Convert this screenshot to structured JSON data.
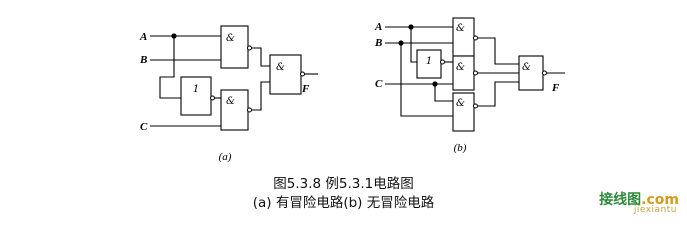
{
  "circuit_a": {
    "inputs": [
      "A",
      "B",
      "C"
    ],
    "output": "F",
    "and_symbol": "&",
    "not_symbol": "1",
    "sub_label": "(a)"
  },
  "circuit_b": {
    "inputs": [
      "A",
      "B",
      "C"
    ],
    "output": "F",
    "and_symbol": "&",
    "not_symbol": "1",
    "sub_label": "(b)"
  },
  "caption": {
    "line1": "图5.3.8  例5.3.1电路图",
    "line2": "(a) 有冒险电路(b) 无冒险电路"
  },
  "watermark": {
    "main_a": "接线图",
    "main_b": ".com",
    "sub": "jiexiantu"
  }
}
